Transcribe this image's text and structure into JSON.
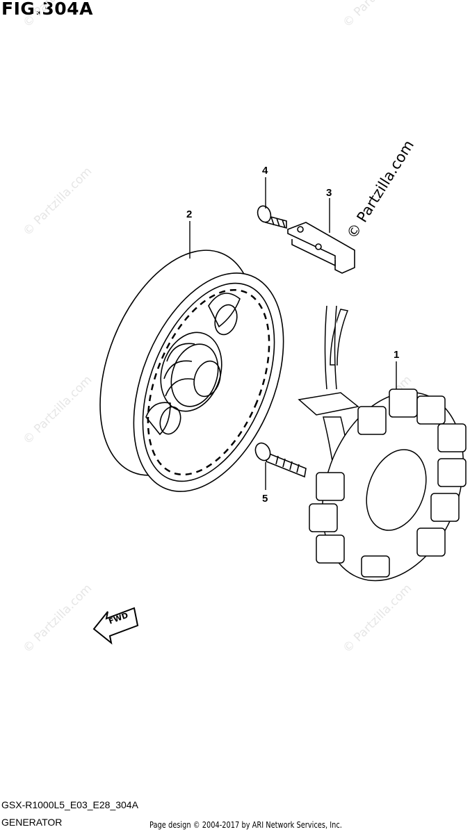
{
  "figure": {
    "title": "FIG.304A"
  },
  "callouts": [
    "1",
    "2",
    "3",
    "4",
    "5"
  ],
  "fwd_label": "FWD",
  "watermark": {
    "text": "© Partzilla.com"
  },
  "footer": {
    "code": "GSX-R1000L5_E03_E28_304A",
    "name": "GENERATOR",
    "copyright": "Page design © 2004-2017 by ARI Network Services, Inc."
  }
}
